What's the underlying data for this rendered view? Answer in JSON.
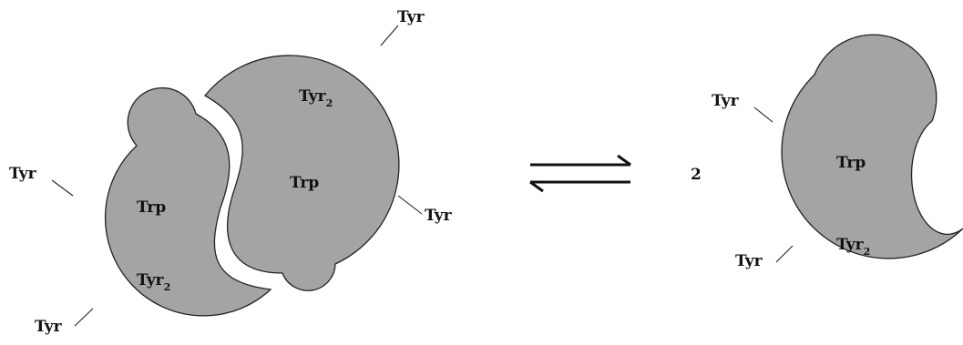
{
  "colors": {
    "protein_fill": "#a4a4a4",
    "outline": "#222222",
    "text": "#111111",
    "background": "#ffffff"
  },
  "labels": {
    "tyr": "Tyr",
    "trp": "Trp",
    "tyr2_base": "Tyr",
    "tyr2_sub": "2",
    "stoich": "2"
  }
}
